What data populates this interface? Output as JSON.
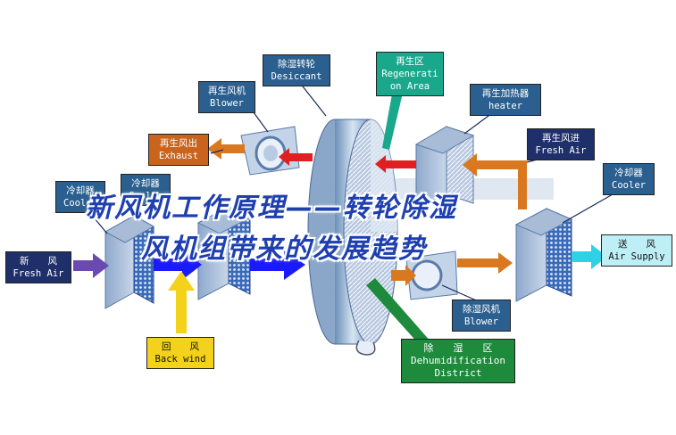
{
  "labels": {
    "desiccant": {
      "cn": "除湿转轮",
      "en": "Desiccant"
    },
    "regen_area": {
      "cn": "再生区",
      "en1": "Regenerati",
      "en2": "on Area"
    },
    "regen_blower": {
      "cn": "再生风机",
      "en": "Blower"
    },
    "regen_heater": {
      "cn": "再生加热器",
      "en": "heater"
    },
    "exhaust": {
      "cn": "再生风出",
      "en": "Exhaust"
    },
    "regen_fresh": {
      "cn": "再生风进",
      "en": "Fresh Air"
    },
    "cooler_left": {
      "cn": "冷却器",
      "en": "Cooler"
    },
    "cooler_mid": {
      "cn": "冷却器",
      "en": "Cooler"
    },
    "cooler_right": {
      "cn": "冷却器",
      "en": "Cooler"
    },
    "fresh_air": {
      "cn": "新　　风",
      "en": "Fresh Air"
    },
    "air_supply": {
      "cn": "送　　风",
      "en": "Air Supply"
    },
    "back_wind": {
      "cn": "回　　风",
      "en": "Back wind"
    },
    "dehum_blower": {
      "cn": "除湿风机",
      "en": "Blower"
    },
    "dehum_district": {
      "cn": "除　　湿　　区",
      "en1": "Dehumidification",
      "en2": "District"
    }
  },
  "overlay": {
    "line1": "新风机工作原理——转轮除湿",
    "line2": "风机组带来的发展趋势"
  },
  "colors": {
    "accent_dark": "#2a5f8f",
    "arrow_blue": "#1a1aff",
    "arrow_red": "#e02020",
    "arrow_orange": "#d9781e",
    "arrow_yellow": "#f4d21b",
    "arrow_cyan": "#30d0e8",
    "arrow_purple": "#6a4ab0",
    "callout_green": "#1d8a3c"
  }
}
